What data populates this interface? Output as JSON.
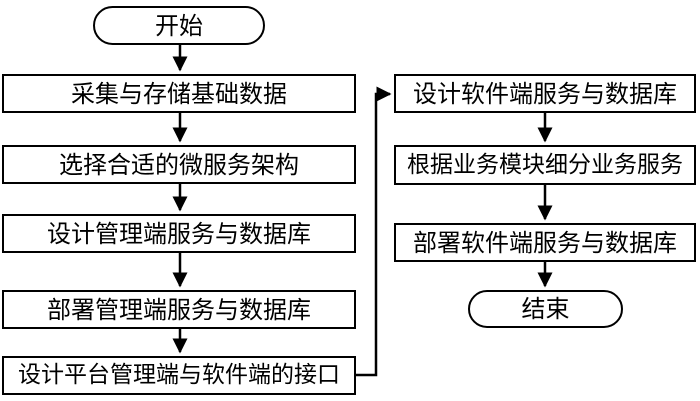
{
  "diagram": {
    "type": "flowchart",
    "background": "#ffffff",
    "stroke_color": "#000000",
    "text_color": "#000000",
    "node_fill": "#ffffff",
    "nodes": {
      "start": {
        "id": "start",
        "shape": "stadium",
        "label": "开始"
      },
      "left_column": [
        {
          "id": "L1",
          "shape": "rect",
          "label": "采集与存储基础数据"
        },
        {
          "id": "L2",
          "shape": "rect",
          "label": "选择合适的微服务架构"
        },
        {
          "id": "L3",
          "shape": "rect",
          "label": "设计管理端服务与数据库"
        },
        {
          "id": "L4",
          "shape": "rect",
          "label": "部署管理端服务与数据库"
        },
        {
          "id": "L5",
          "shape": "rect",
          "label": "设计平台管理端与软件端的接口"
        }
      ],
      "right_column": [
        {
          "id": "R1",
          "shape": "rect",
          "label": "设计软件端服务与数据库"
        },
        {
          "id": "R2",
          "shape": "rect",
          "label": "根据业务模块细分业务服务"
        },
        {
          "id": "R3",
          "shape": "rect",
          "label": "部署软件端服务与数据库"
        }
      ],
      "end": {
        "id": "end",
        "shape": "stadium",
        "label": "结束"
      }
    },
    "edges": [
      {
        "from": "start",
        "to": "L1",
        "style": "arrow-down"
      },
      {
        "from": "L1",
        "to": "L2",
        "style": "arrow-down"
      },
      {
        "from": "L2",
        "to": "L3",
        "style": "arrow-down"
      },
      {
        "from": "L3",
        "to": "L4",
        "style": "arrow-down"
      },
      {
        "from": "L4",
        "to": "L5",
        "style": "arrow-down"
      },
      {
        "from": "L5",
        "to": "R1",
        "style": "elbow-right-up-right-arrow"
      },
      {
        "from": "R1",
        "to": "R2",
        "style": "arrow-down"
      },
      {
        "from": "R2",
        "to": "R3",
        "style": "arrow-down"
      },
      {
        "from": "R3",
        "to": "end",
        "style": "arrow-down"
      }
    ]
  }
}
